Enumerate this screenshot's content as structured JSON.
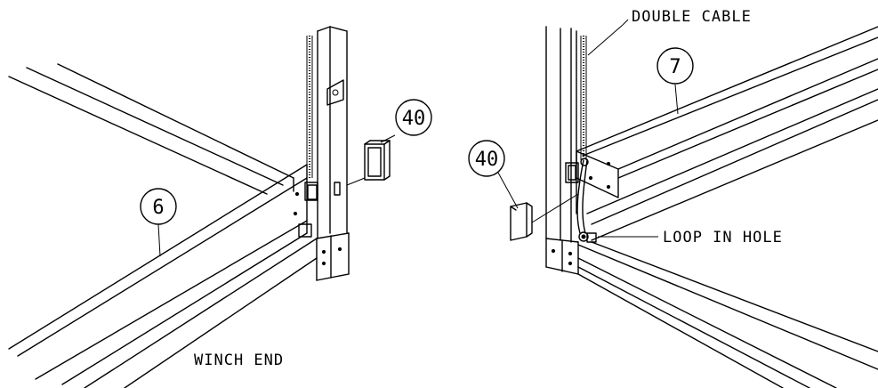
{
  "callouts": {
    "left_part": "6",
    "left_bracket": "40",
    "right_bracket": "40",
    "right_part": "7"
  },
  "labels": {
    "winch_end": "WINCH END",
    "double_cable": "DOUBLE CABLE",
    "loop_in_hole": "LOOP IN HOLE"
  }
}
